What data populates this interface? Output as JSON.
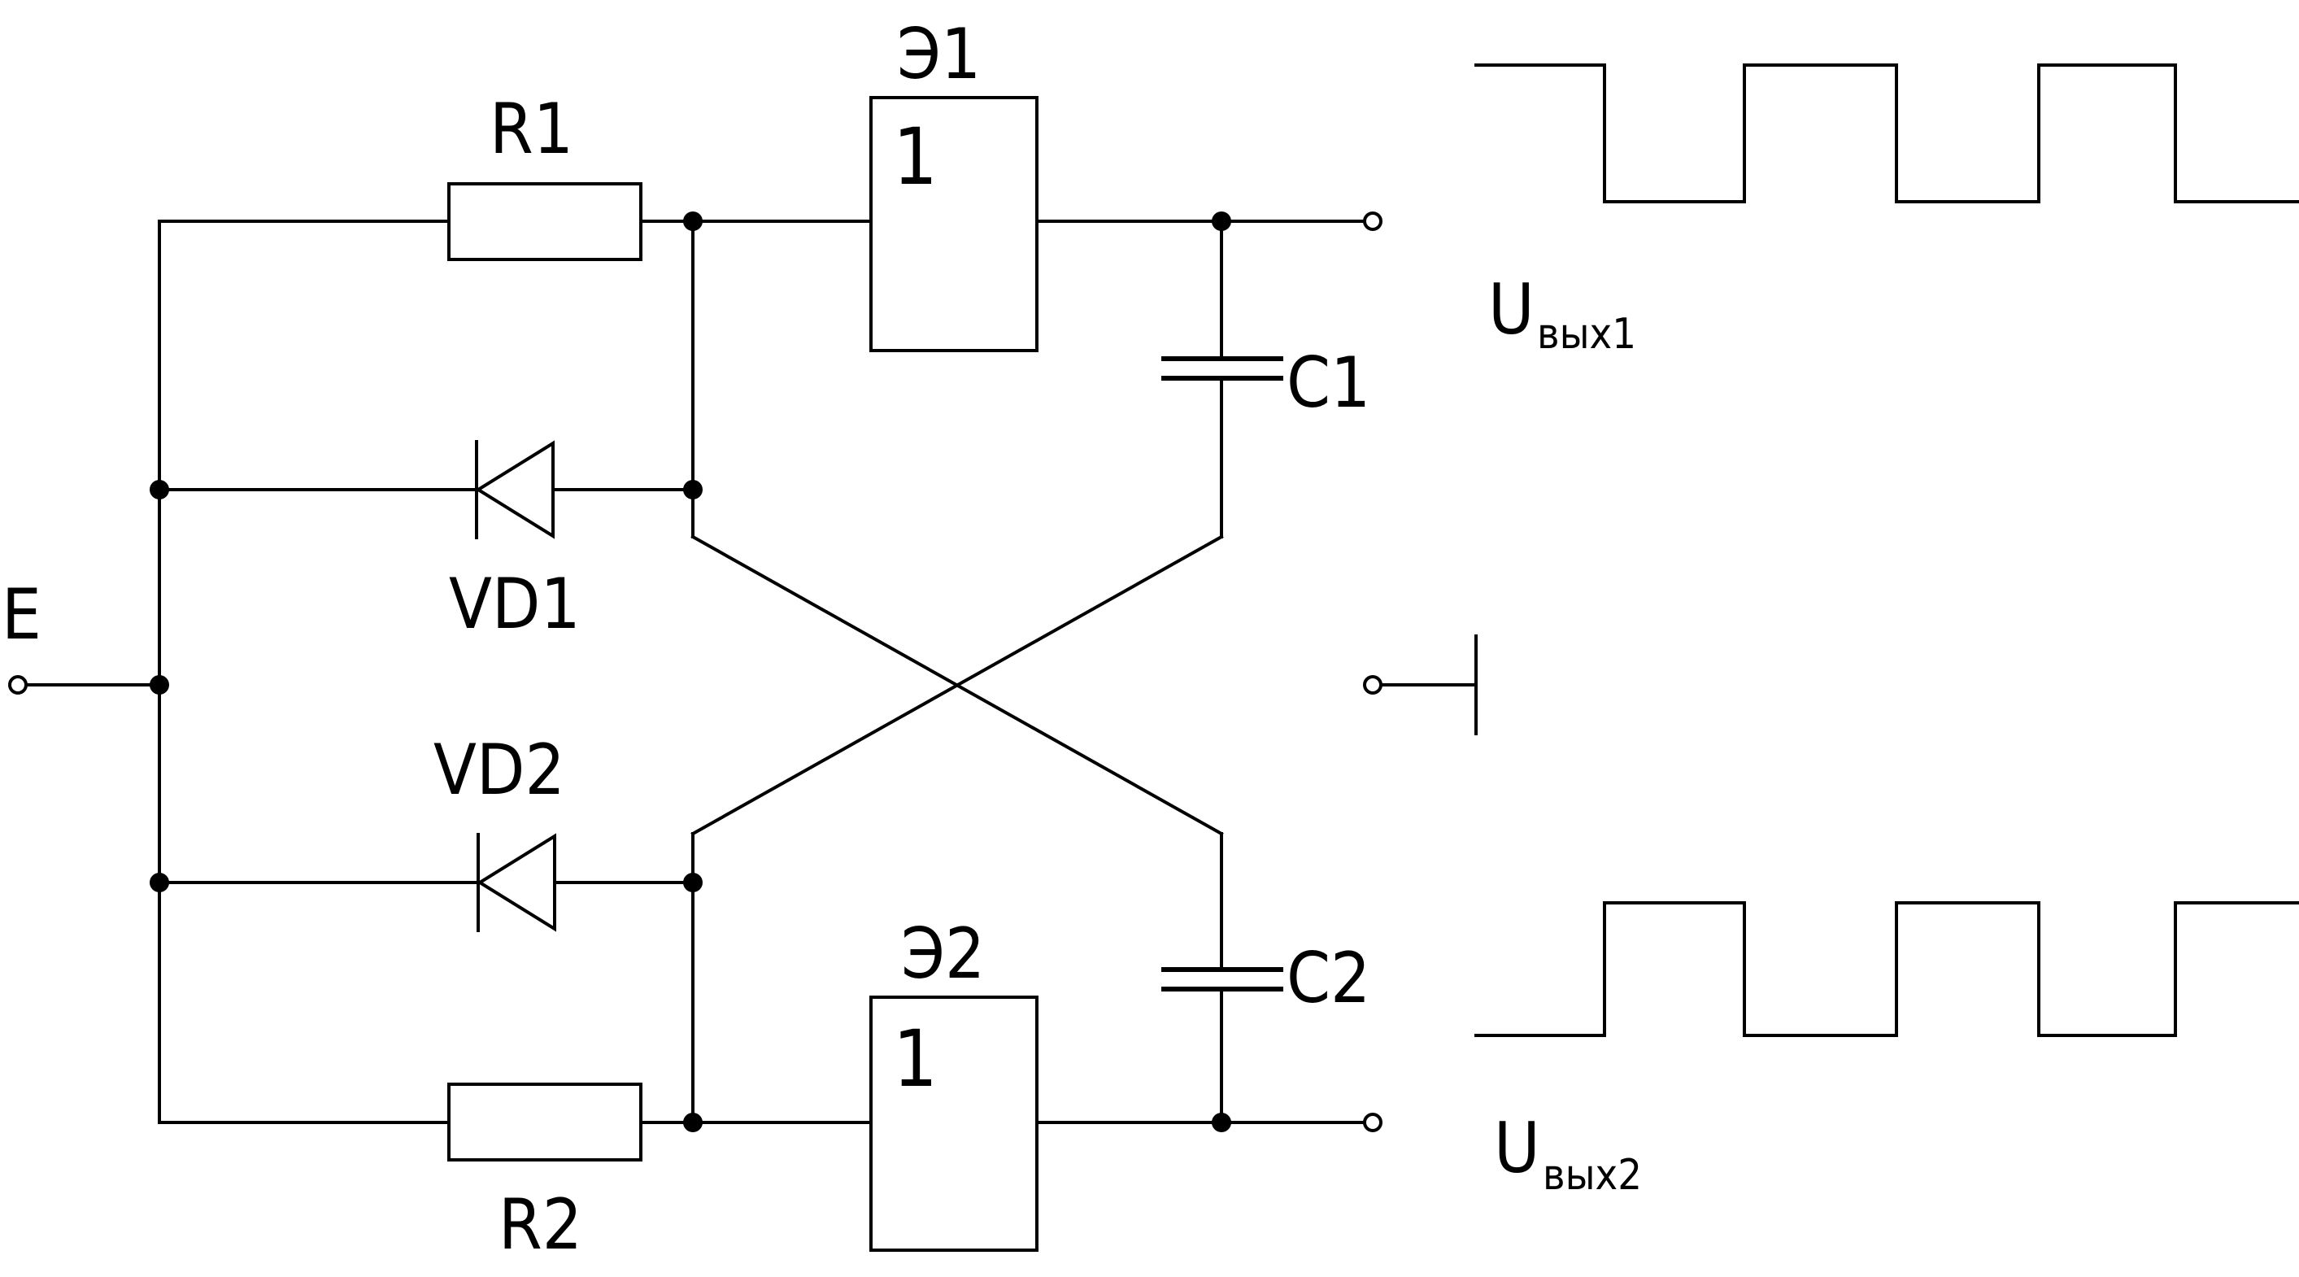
{
  "labels": {
    "input": "E",
    "r1": "R1",
    "r2": "R2",
    "vd1": "VD1",
    "vd2": "VD2",
    "c1": "C1",
    "c2": "C2",
    "e1": "Э1",
    "e2": "Э2",
    "gate1_num": "1",
    "gate2_num": "1",
    "u_out1_main": "U",
    "u_out1_sub": "вых1",
    "u_out2_main": "U",
    "u_out2_sub": "вых2"
  },
  "waveforms": {
    "u_out1_levels": [
      1,
      0,
      1,
      0,
      1,
      0
    ],
    "u_out2_levels": [
      0,
      1,
      0,
      1,
      0,
      1
    ]
  },
  "colors": {
    "line": "#000000",
    "background": "#ffffff"
  }
}
